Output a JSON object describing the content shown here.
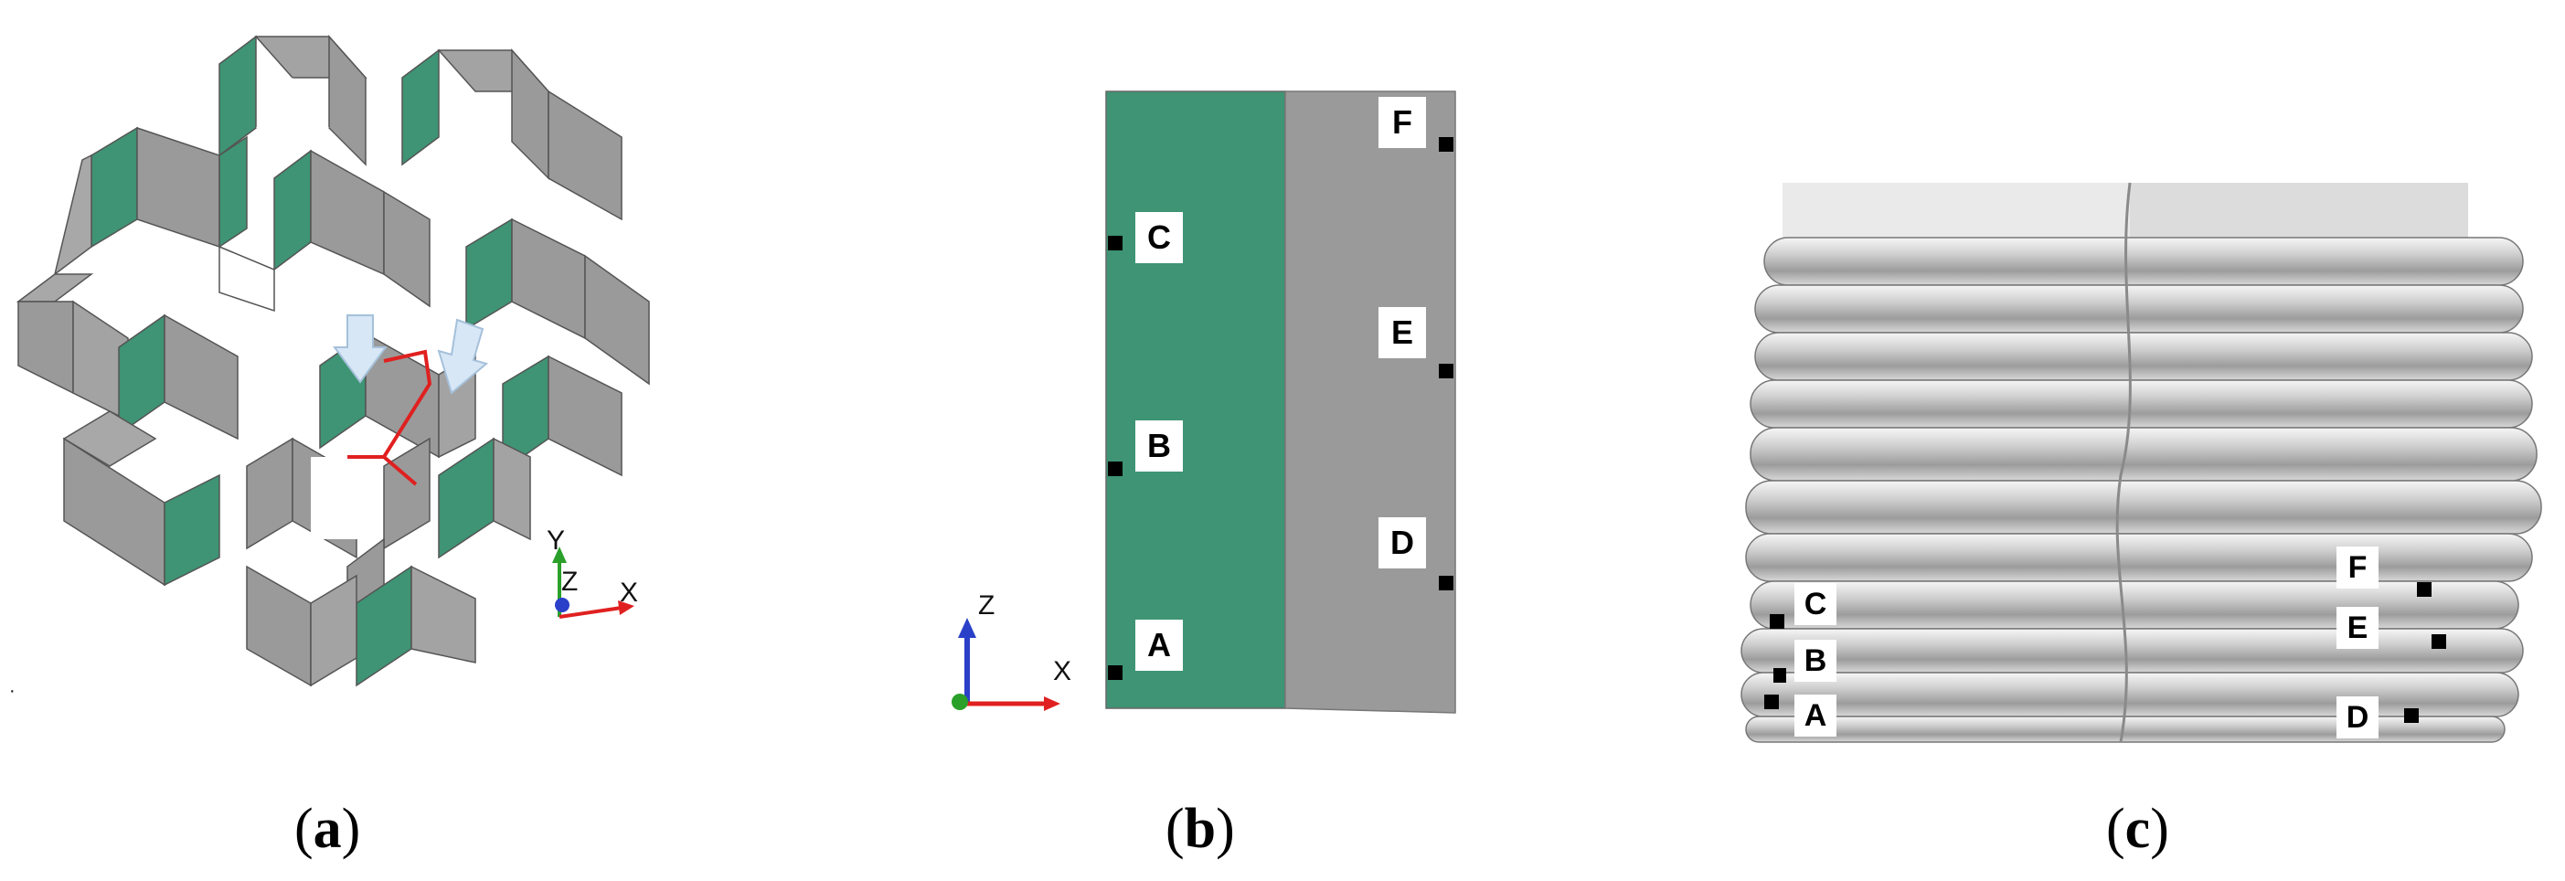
{
  "captions": {
    "a": "a",
    "b": "b",
    "c": "c"
  },
  "panel_a": {
    "axis": {
      "y": "Y",
      "z": "Z",
      "x": "X"
    },
    "colors": {
      "green": "#3e9474",
      "gray": "#999999",
      "red": "#e02020",
      "arrow": "#d7e7f5"
    }
  },
  "panel_b": {
    "points": {
      "a": "A",
      "b": "B",
      "c": "C",
      "d": "D",
      "e": "E",
      "f": "F"
    },
    "axis": {
      "z": "Z",
      "x": "X"
    }
  },
  "panel_c": {
    "points": {
      "a": "A",
      "b": "B",
      "c": "C",
      "d": "D",
      "e": "E",
      "f": "F"
    }
  }
}
